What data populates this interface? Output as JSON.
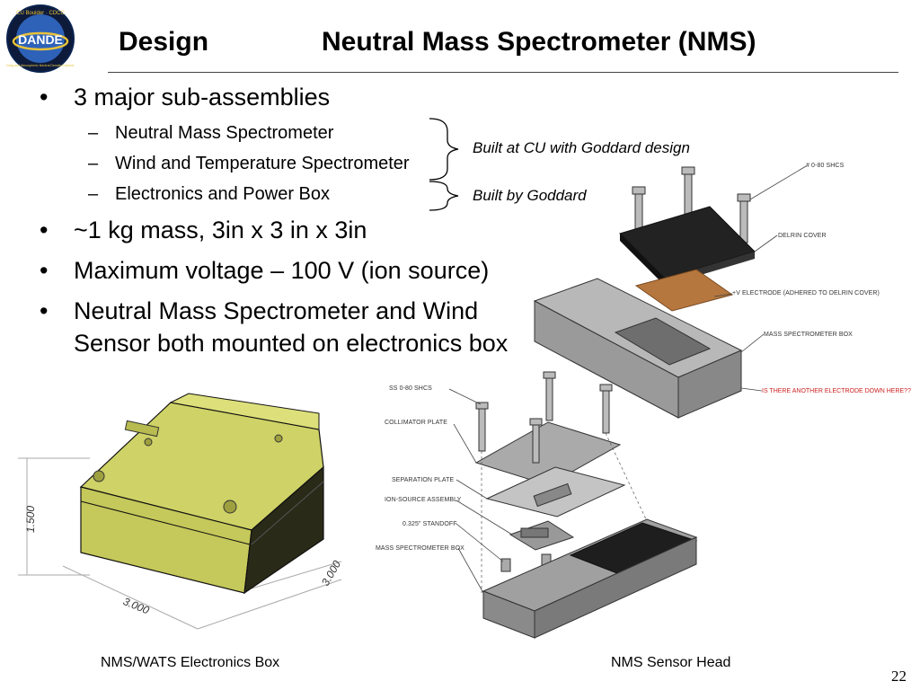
{
  "header": {
    "logo_top_text": "CU Boulder · CDCC",
    "logo_main_text": "DANDE",
    "logo_bottom_text": "Drag and Atmospheric Neutral Density Explorer",
    "title_left": "Design",
    "title_right": "Neutral Mass Spectrometer (NMS)"
  },
  "bullets": [
    {
      "text": "3 major sub-assemblies",
      "sub": [
        "Neutral Mass Spectrometer",
        "Wind and Temperature Spectrometer",
        "Electronics and Power Box"
      ]
    },
    {
      "text": "~1 kg mass, 3in x 3 in x 3in"
    },
    {
      "text": "Maximum voltage – 100 V (ion source)"
    },
    {
      "text_line1": "Neutral Mass Spectrometer and Wind",
      "text_line2": "Sensor both mounted on electronics box"
    }
  ],
  "notes": {
    "built_cu": "Built at CU with Goddard design",
    "built_goddard": "Built by Goddard"
  },
  "electronics_box": {
    "dim_height": "1.500",
    "dim_width": "3.000",
    "dim_depth": "3.000",
    "caption": "NMS/WATS Electronics Box",
    "color": "#c9cc5e"
  },
  "sensor_head": {
    "labels_top": [
      "# 0-80 SHCS",
      "DELRIN COVER",
      "+V ELECTRODE (ADHERED TO DELRIN COVER)",
      "MASS SPECTROMETER BOX"
    ],
    "label_red": "IS THERE ANOTHER ELECTRODE DOWN HERE??",
    "labels_bottom": [
      "SS 0-80 SHCS",
      "COLLIMATOR PLATE",
      "SEPARATION PLATE",
      "ION-SOURCE ASSEMBLY",
      "0.325\" STANDOFF",
      "MASS SPECTROMETER BOX"
    ],
    "caption": "NMS Sensor Head"
  },
  "page_number": "22"
}
